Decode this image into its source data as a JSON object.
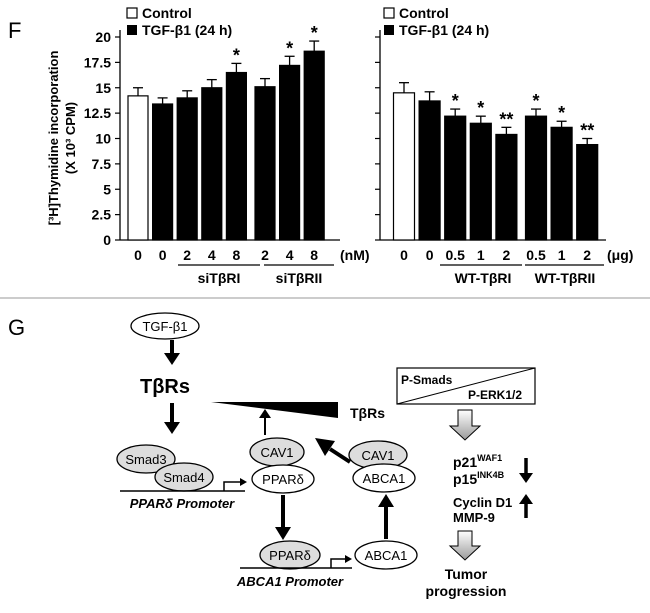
{
  "panel_f": {
    "label": "F",
    "ylabel_line1": "[³H]Thymidine incorporation",
    "ylabel_line2": "(X 10³ CPM)",
    "unit_left": "(nM)",
    "unit_right": "(μg)",
    "group_left_1": "siTβRI",
    "group_left_2": "siTβRII",
    "group_right_1": "WT-TβRI",
    "group_right_2": "WT-TβRII",
    "legend_control": "Control",
    "legend_tgf": "TGF-β1 (24 h)"
  },
  "chart_data": [
    {
      "type": "bar",
      "categories": [
        "0",
        "0",
        "2",
        "4",
        "8",
        "2",
        "4",
        "8"
      ],
      "series": [
        {
          "name": "Control",
          "color": "#ffffff",
          "values": [
            14.2,
            null,
            null,
            null,
            null,
            null,
            null,
            null
          ]
        },
        {
          "name": "TGF-β1 (24 h)",
          "color": "#000000",
          "values": [
            null,
            13.4,
            14.0,
            15.0,
            16.5,
            15.1,
            17.2,
            18.6
          ]
        }
      ],
      "errors": [
        0.8,
        0.6,
        0.7,
        0.8,
        0.9,
        0.8,
        0.9,
        1.0
      ],
      "significance": [
        "",
        "",
        "",
        "",
        "*",
        "",
        "*",
        "*"
      ],
      "yticks": [
        "0",
        "2.5",
        "5",
        "7.5",
        "10",
        "12.5",
        "15",
        "17.5",
        "20"
      ],
      "ylim": [
        0,
        22
      ],
      "legend": "top-left"
    },
    {
      "type": "bar",
      "categories": [
        "0",
        "0",
        "0.5",
        "1",
        "2",
        "0.5",
        "1",
        "2"
      ],
      "series": [
        {
          "name": "Control",
          "color": "#ffffff",
          "values": [
            14.5,
            null,
            null,
            null,
            null,
            null,
            null,
            null
          ]
        },
        {
          "name": "TGF-β1 (24 h)",
          "color": "#000000",
          "values": [
            null,
            13.7,
            12.2,
            11.5,
            10.4,
            12.2,
            11.1,
            9.4
          ]
        }
      ],
      "errors": [
        1.0,
        0.9,
        0.7,
        0.7,
        0.7,
        0.7,
        0.6,
        0.6
      ],
      "significance": [
        "",
        "",
        "*",
        "*",
        "**",
        "*",
        "*",
        "**"
      ],
      "yticks": [],
      "ylim": [
        0,
        22
      ],
      "legend": "top-left"
    }
  ],
  "panel_g": {
    "label": "G",
    "tgf": "TGF-β1",
    "tbrs_main": "TβRs",
    "tbrs_right": "TβRs",
    "psmads": "P-Smads",
    "perk": "P-ERK1/2",
    "cav1_top": "CAV1",
    "cav1_mid": "CAV1",
    "abca1_mid": "ABCA1",
    "smad3": "Smad3",
    "smad4": "Smad4",
    "ppard_promoter_text": "PPARδ Promoter",
    "ppard": "PPARδ",
    "ppard_bound": "PPARδ",
    "abca1_promoter_text": "ABCA1 Promoter",
    "abca1_bottom": "ABCA1",
    "p21": "p21",
    "p21_sup": "WAF1",
    "p15": "p15",
    "p15_sup": "INK4B",
    "cyclin": "Cyclin D1",
    "mmp": "MMP-9",
    "tumor1": "Tumor",
    "tumor2": "progression"
  }
}
